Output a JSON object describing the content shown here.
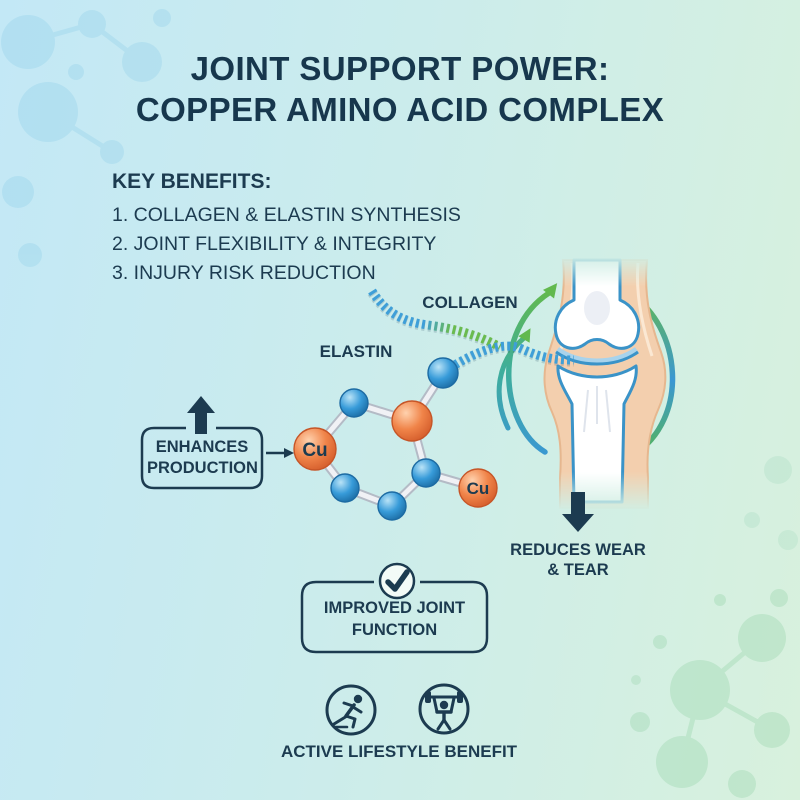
{
  "title": {
    "line1": "JOINT SUPPORT POWER:",
    "line2": "COPPER AMINO ACID COMPLEX"
  },
  "key_benefits": {
    "heading": "KEY BENEFITS:",
    "items": [
      "1. COLLAGEN & ELASTIN SYNTHESIS",
      "2. JOINT FLEXIBILITY & INTEGRITY",
      "3. INJURY RISK REDUCTION"
    ]
  },
  "diagram": {
    "collagen_label": "COLLAGEN",
    "elastin_label": "ELASTIN",
    "enhances_box_label": "ENHANCES PRODUCTION",
    "reduces_label": "REDUCES WEAR & TEAR",
    "improved_box_label": "IMPROVED JOINT FUNCTION"
  },
  "molecule": {
    "cu_label": "Cu",
    "atom_colors": {
      "copper": "#ef8049",
      "amino": "#2f8fce"
    }
  },
  "footer": {
    "active_label": "ACTIVE LIFESTYLE BENEFIT",
    "icons": [
      "runner-icon",
      "weightlifter-icon"
    ]
  },
  "icons": [
    "up-arrow-icon",
    "down-arrow-icon",
    "right-arrow-icon",
    "check-circle-icon",
    "runner-icon",
    "weightlifter-icon",
    "cycle-arrows-icon"
  ],
  "colors": {
    "ink": "#1c3b50",
    "background_blue": "#c3e8f6",
    "background_green": "#d8f1dd",
    "helix_blue": "#3f9fd8",
    "helix_green": "#6abb4f",
    "arc_blue": "#3a97d3",
    "arc_green": "#62b94e",
    "skin": "#f3cfae",
    "bone_outline": "#3a93c8"
  }
}
